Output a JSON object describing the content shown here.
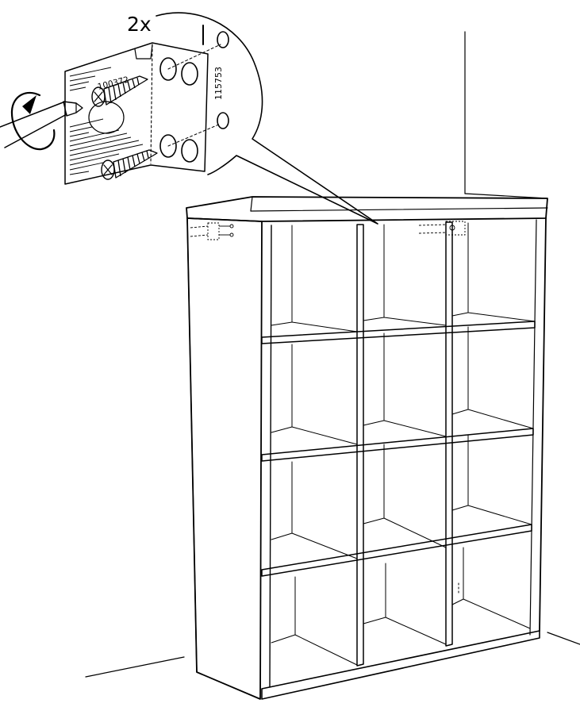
{
  "callout": {
    "quantity": "2x",
    "bracket_code": "100372",
    "screw_code": "115753"
  },
  "icons": [
    "screwdriver-icon",
    "clockwise-rotation-icon",
    "wall-bracket-icon",
    "screw-icon"
  ],
  "shelf": {
    "columns": 3,
    "rows": 4
  }
}
